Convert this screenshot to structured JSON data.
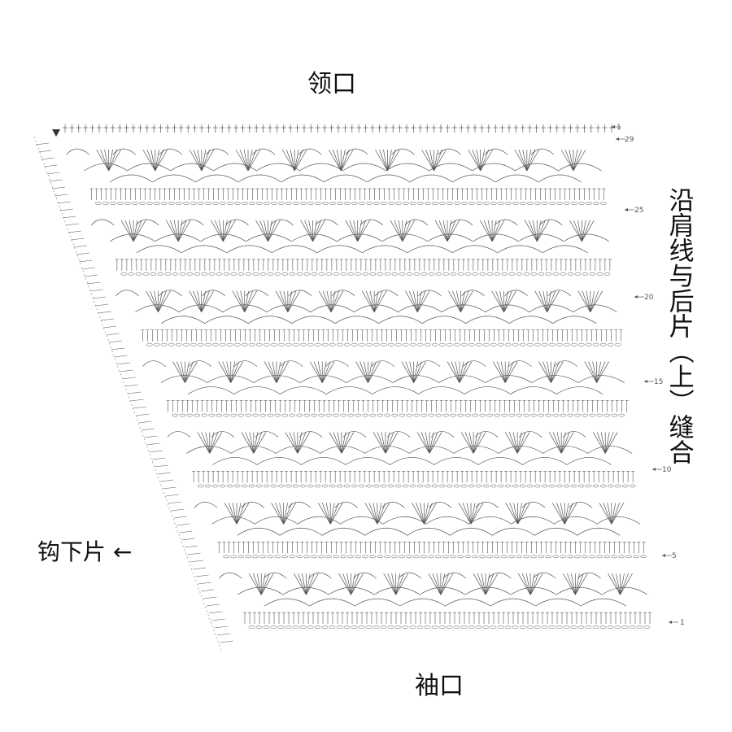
{
  "labels": {
    "neckline": "领口",
    "cuff": "袖口",
    "seam_note": "沿肩线与后片（上）缝合",
    "lower_piece": "钩下片",
    "lower_arrow": "←"
  },
  "row_markers": [
    "1",
    "5",
    "10",
    "15",
    "20",
    "25",
    "29",
    "1"
  ],
  "colors": {
    "ink": "#555555",
    "label_text": "#111111",
    "background": "#ffffff"
  },
  "icons": {
    "start_marker": "triangle-icon",
    "row_arrow": "arrow-left-icon"
  }
}
